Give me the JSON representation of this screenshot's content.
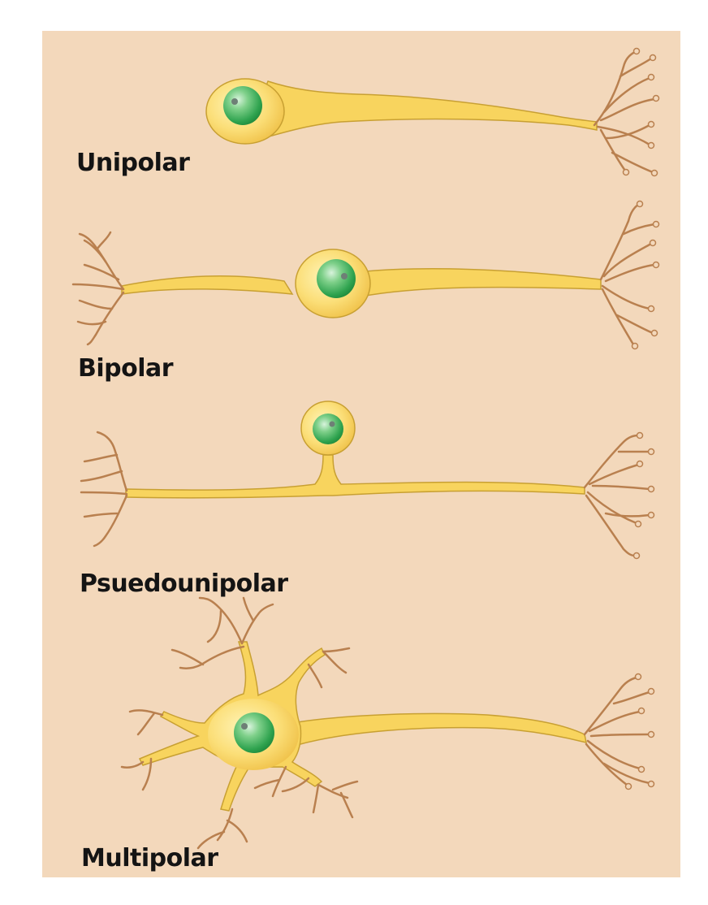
{
  "colors": {
    "background": "#f3d8bb",
    "cell_fill": "#f8d45e",
    "cell_edge": "#c8a032",
    "dendrite": "#b9804f",
    "nucleus": "#2fa34f",
    "nucleolus": "#6e7f76"
  },
  "labels": {
    "unipolar": "Unipolar",
    "bipolar": "Bipolar",
    "pseudounipolar": "Psuedounipolar",
    "multipolar": "Multipolar"
  }
}
